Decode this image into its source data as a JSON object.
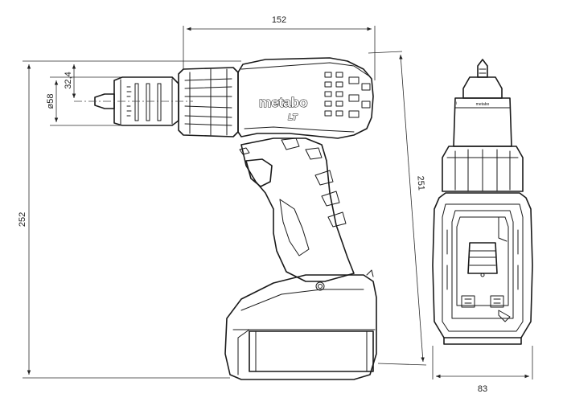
{
  "dimensions": {
    "top_length": "152",
    "height_left": "252",
    "height_diagonal": "251",
    "chuck_diameter": "ø58",
    "chuck_offset": "32,4",
    "front_width": "83"
  },
  "branding": {
    "logo": "metabo",
    "model_mark": "LT",
    "front_logo": "metabo"
  },
  "colors": {
    "line": "#1a1a1a",
    "background": "#ffffff"
  }
}
